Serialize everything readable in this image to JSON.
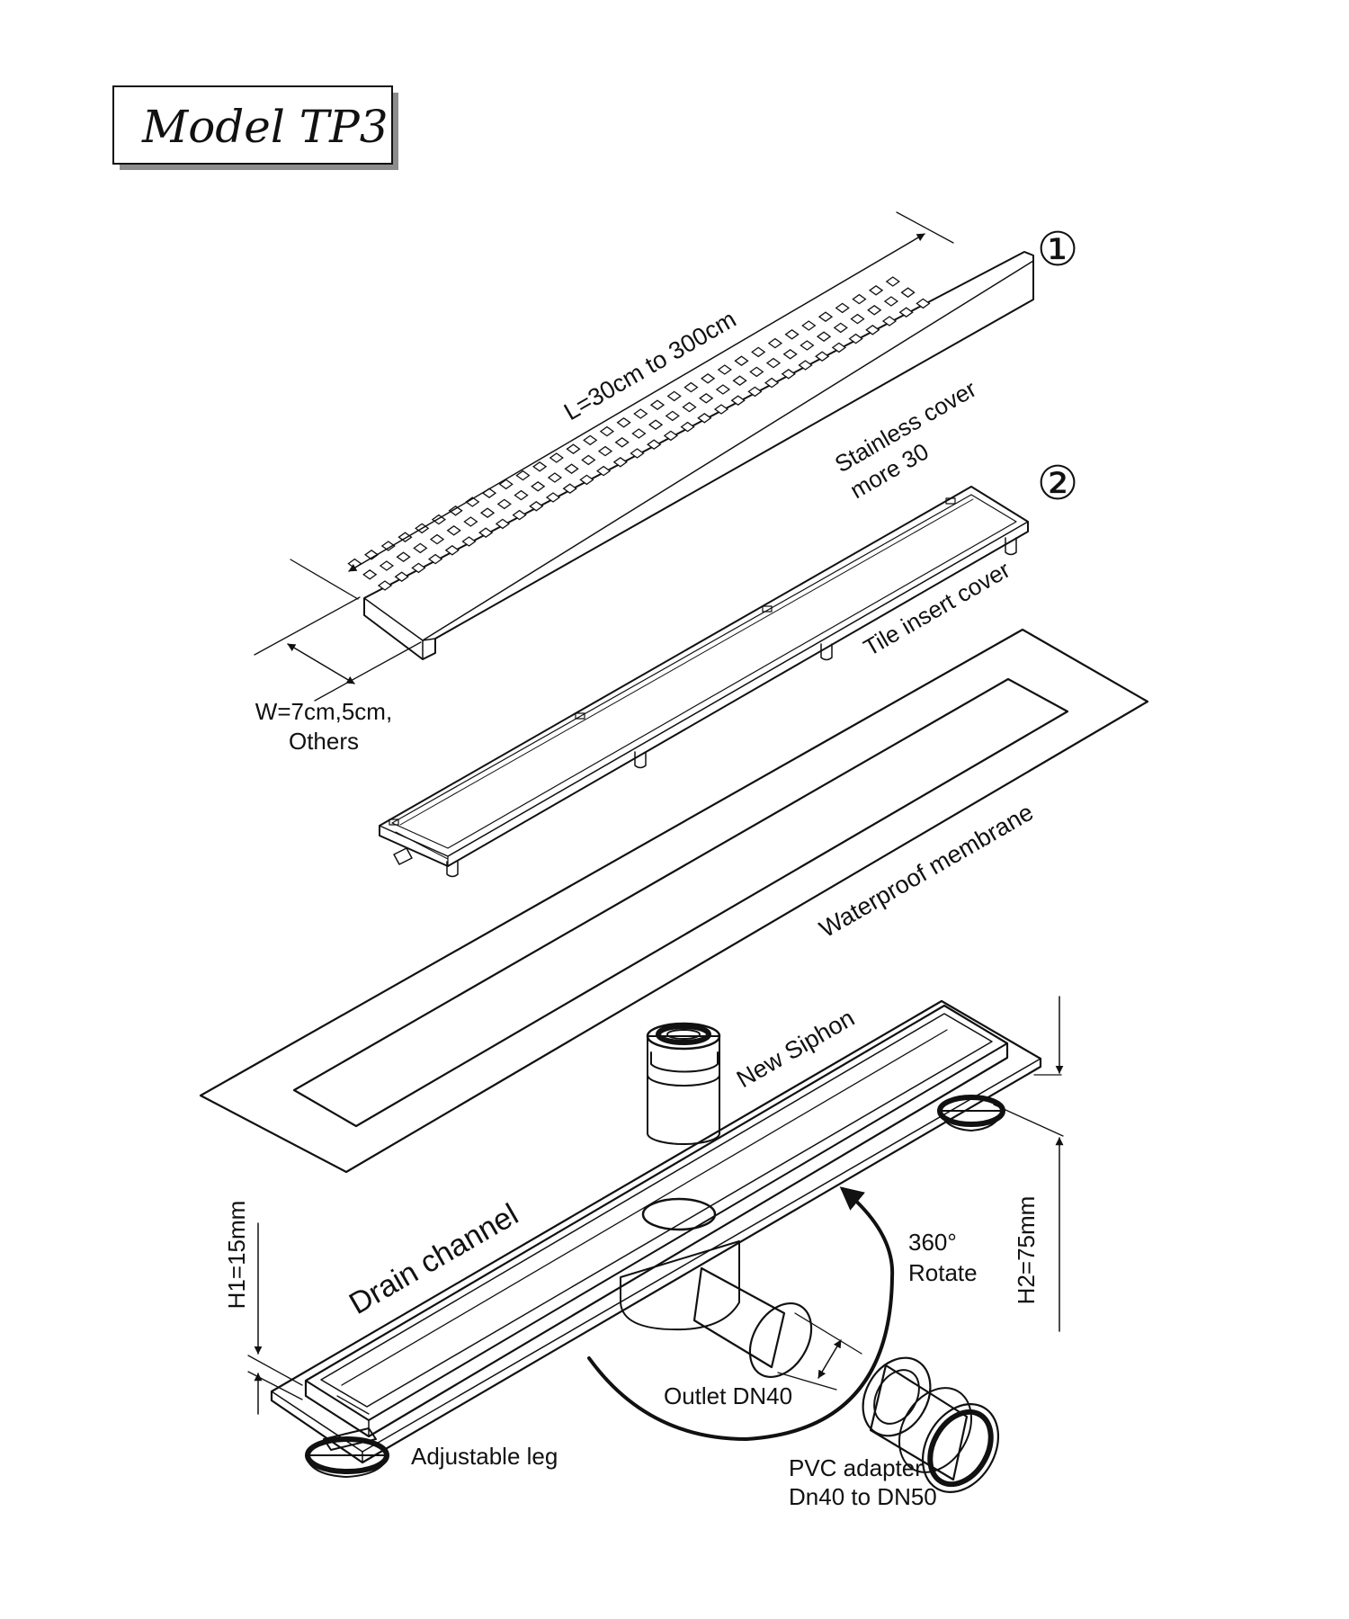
{
  "title": "Model TP3",
  "markers": {
    "one": "①",
    "two": "②"
  },
  "labels": {
    "length": "L=30cm to 300cm",
    "cover_line1": "Stainless cover",
    "cover_line2": "more 30",
    "width_line1": "W=7cm,5cm,",
    "width_line2": "Others",
    "tile_insert": "Tile insert cover",
    "membrane": "Waterproof membrane",
    "siphon": "New Siphon",
    "rotate_line1": "360°",
    "rotate_line2": "Rotate",
    "h2": "H2=75mm",
    "h1": "H1=15mm",
    "drain_channel": "Drain channel",
    "outlet": "Outlet  DN40",
    "adjustable_leg": "Adjustable leg",
    "pvc_line1": "PVC adapter",
    "pvc_line2": "Dn40 to DN50"
  },
  "colors": {
    "ink": "#111111",
    "shadow": "#8c8c8c",
    "paper": "#ffffff"
  }
}
